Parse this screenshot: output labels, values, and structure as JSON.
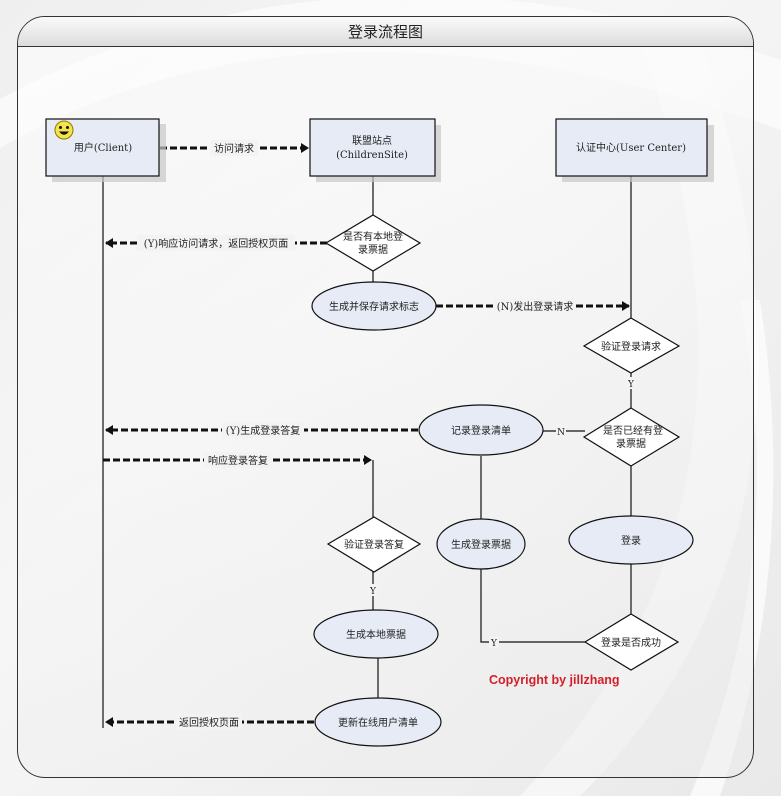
{
  "title": "登录流程图",
  "colors": {
    "node_fill": "#e6ebf6",
    "stroke": "#111111",
    "copyright": "#d41f2a"
  },
  "nodes": {
    "client": {
      "label": "用户(Client)",
      "icon": "smiley-face-icon"
    },
    "children_site": {
      "line1": "联盟站点",
      "line2": "(ChildrenSite)"
    },
    "user_center": {
      "label": "认证中心(User Center)"
    },
    "check_local_ticket": {
      "line1": "是否有本地登",
      "line2": "录票据"
    },
    "save_request_flag": {
      "label": "生成并保存请求标志"
    },
    "verify_login_request": {
      "label": "验证登录请求"
    },
    "check_existing_ticket": {
      "line1": "是否已经有登",
      "line2": "录票据"
    },
    "record_login_list": {
      "label": "记录登录清单"
    },
    "generate_login_ticket": {
      "label": "生成登录票据"
    },
    "login": {
      "label": "登录"
    },
    "verify_login_reply": {
      "label": "验证登录答复"
    },
    "generate_local_ticket": {
      "label": "生成本地票据"
    },
    "login_success": {
      "label": "登录是否成功"
    },
    "update_online_users": {
      "label": "更新在线用户清单"
    }
  },
  "edges": {
    "visit_request": "访问请求",
    "respond_auth_page": "(Y)响应访问请求，返回授权页面",
    "send_login_request": "(N)发出登录请求",
    "generate_login_reply": "(Y)生成登录答复",
    "respond_login_reply": "响应登录答复",
    "return_auth_page": "返回授权页面",
    "y_label": "Y",
    "n_label": "N"
  },
  "copyright": "Copyright by jillzhang"
}
